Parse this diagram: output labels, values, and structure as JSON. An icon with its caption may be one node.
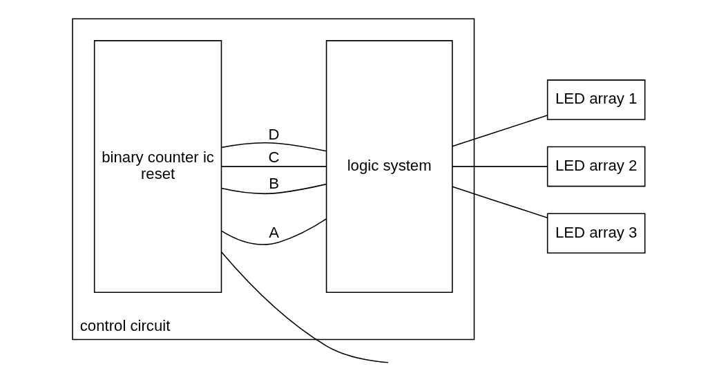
{
  "diagram": {
    "nodes": [
      {
        "text": [
          "control circuit"
        ]
      },
      {
        "text": [
          "binary counter ic",
          "reset"
        ],
        "in": 0
      },
      {
        "text": [
          "logic system"
        ],
        "in": 0
      },
      {
        "text": [
          "LED array 1"
        ]
      },
      {
        "text": [
          "LED array 2"
        ]
      },
      {
        "text": [
          "LED array 3"
        ]
      }
    ],
    "edges": [
      {
        "from": 1,
        "to": 2,
        "arrow": "none",
        "label": "A"
      },
      {
        "from": 1,
        "to": 2,
        "arrow": "none",
        "label": "B"
      },
      {
        "from": 1,
        "to": 2,
        "arrow": "none",
        "label": "C"
      },
      {
        "from": 1,
        "to": 2,
        "arrow": "none",
        "label": "D"
      },
      {
        "from": 1,
        "to": null,
        "arrow": "none"
      },
      {
        "from": 2,
        "to": 3,
        "arrow": "none"
      },
      {
        "from": 2,
        "to": 4,
        "arrow": "none"
      },
      {
        "from": 2,
        "to": 5,
        "arrow": "none"
      }
    ]
  }
}
